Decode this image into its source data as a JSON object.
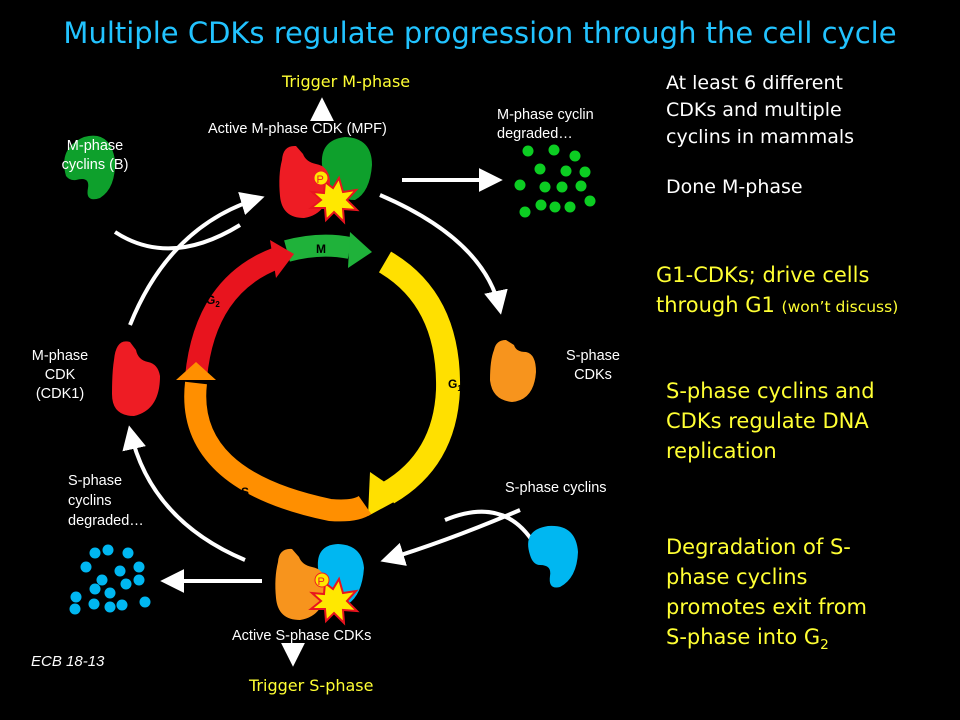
{
  "title": "Multiple CDKs regulate progression through the cell cycle",
  "phases": {
    "m": "M",
    "g2": "G",
    "g2_sub": "2",
    "g1": "G",
    "g1_sub": "1",
    "s": "S"
  },
  "labels": {
    "trigger_m": "Trigger M-phase",
    "active_m_cdk": "Active M-phase CDK (MPF)",
    "m_cyclins_l1": "M-phase",
    "m_cyclins_l2": "cyclins (B)",
    "m_cyclin_degraded_l1": "M-phase cyclin",
    "m_cyclin_degraded_l2": "degraded…",
    "m_cdk_l1": "M-phase",
    "m_cdk_l2": "CDK",
    "m_cdk_l3": "(CDK1)",
    "s_cdks_l1": "S-phase",
    "s_cdks_l2": "CDKs",
    "s_cyclins": "S-phase cyclins",
    "s_degraded_l1": "S-phase",
    "s_degraded_l2": "cyclins",
    "s_degraded_l3": "degraded…",
    "active_s_cdks": "Active S-phase CDKs",
    "trigger_s": "Trigger S-phase",
    "p": "P",
    "ecb": "ECB 18-13"
  },
  "notes": {
    "mammals_l1": "At least 6 different",
    "mammals_l2": "CDKs and multiple",
    "mammals_l3": "cyclins in mammals",
    "done_m": "Done M-phase",
    "g1_l1": "G1-CDKs; drive cells",
    "g1_l2": "through G1",
    "g1_small": "(won’t discuss)",
    "s_reg_l1": "S-phase cyclins and",
    "s_reg_l2": "CDKs regulate DNA",
    "s_reg_l3": "replication",
    "deg_l1": "Degradation of S-",
    "deg_l2": "phase cyclins",
    "deg_l3": "promotes exit from",
    "deg_l4": "S-phase into G",
    "deg_l4_sub": "2"
  },
  "colors": {
    "title": "#22c3ff",
    "yellow_text": "#ffff33",
    "cdk_red": "#ee1c24",
    "cdk_orange": "#f7941d",
    "cyclin_green": "#0ea02c",
    "cyclin_cyan": "#00b7f1",
    "arc_m": "#1fb23a",
    "arc_g2": "#e8141e",
    "arc_g1": "#ffe000",
    "arc_s": "#ff8f00",
    "burst": "#ffe800"
  }
}
